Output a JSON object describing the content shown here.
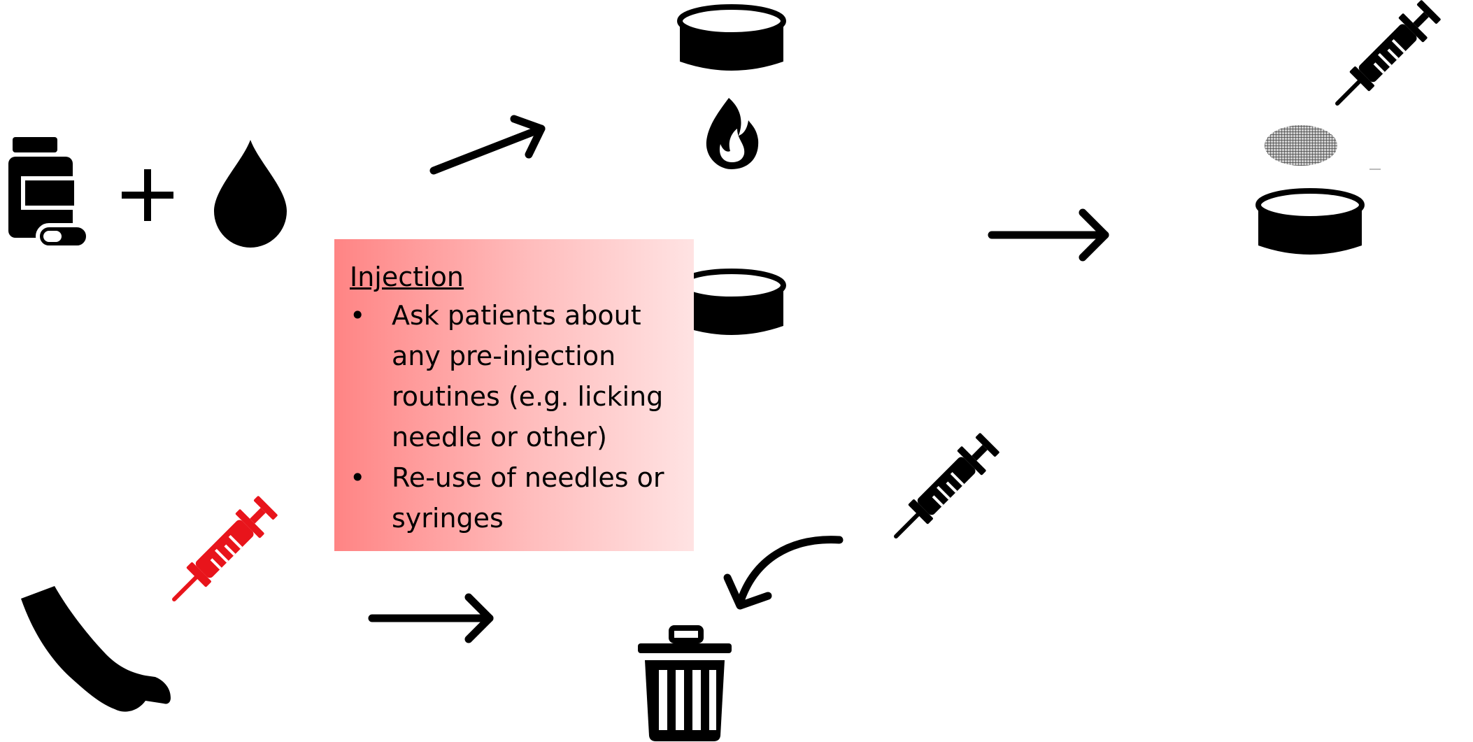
{
  "callout": {
    "heading": "Injection",
    "bullets": [
      {
        "symbol": "•",
        "text": "Ask patients about any pre-injection routines (e.g. licking needle or other)"
      },
      {
        "symbol": "•",
        "text": "Re-use of needles or syringes"
      }
    ],
    "background_colors": [
      "#ff8484",
      "#ffe3e3"
    ]
  },
  "icons": [
    "pill-bottle-icon",
    "plus-icon",
    "water-drop-icon",
    "arrow-right-icon",
    "cooker-pot-icon",
    "flame-icon",
    "cooker-pot-icon",
    "arrow-right-icon",
    "syringe-icon",
    "filter-icon",
    "cooker-pot-icon",
    "arm-icon",
    "syringe-icon",
    "arrow-right-icon",
    "trash-can-icon",
    "curved-arrow-icon",
    "syringe-icon"
  ],
  "colors": {
    "icon": "#000000",
    "highlight_syringe": "#e8141b"
  }
}
